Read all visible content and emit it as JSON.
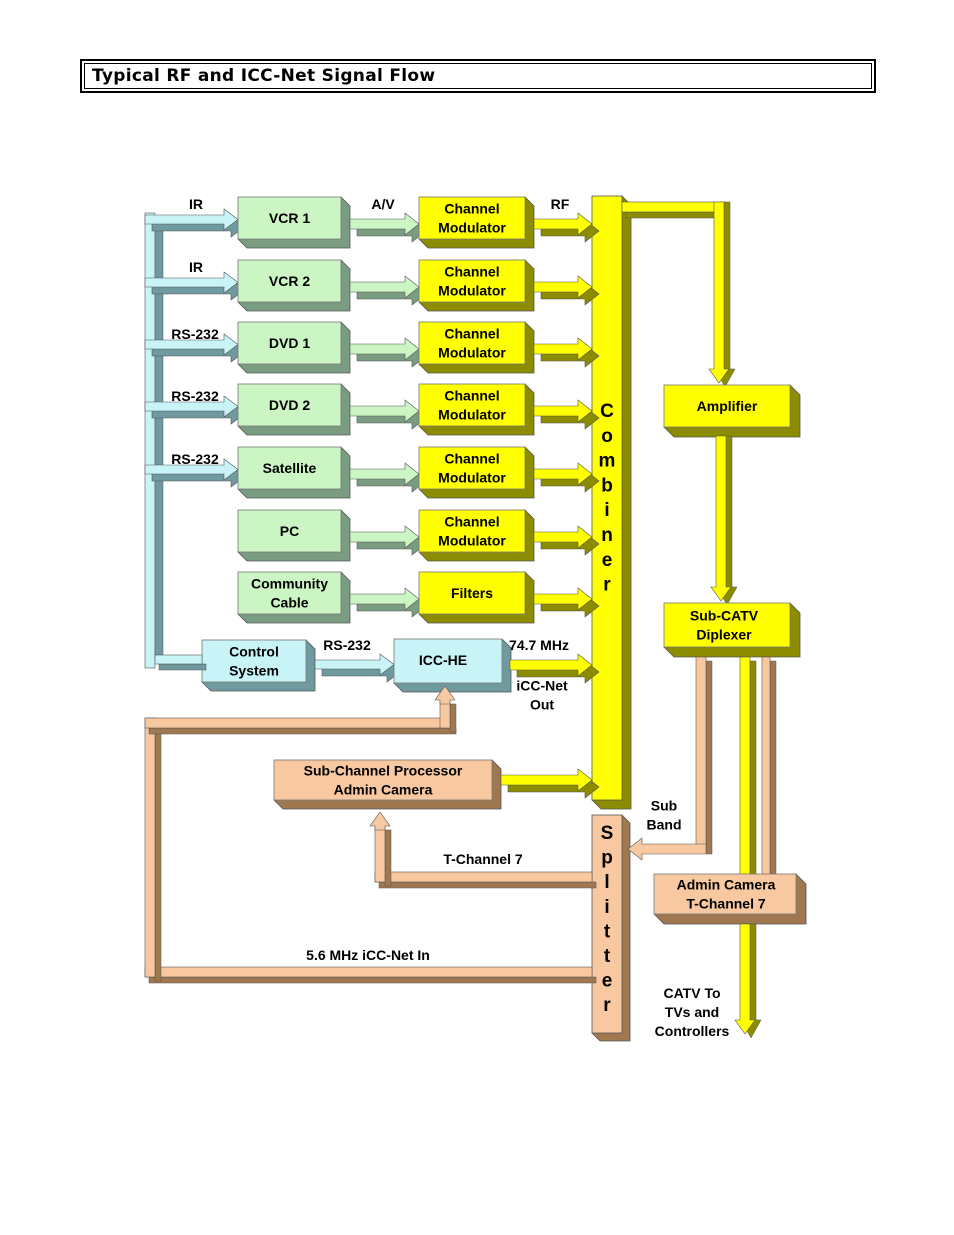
{
  "title": "Typical RF and ICC-Net Signal Flow",
  "colors": {
    "green": "#ccf5c4",
    "green_shadow": "#7a9c80",
    "yellow": "#ffff00",
    "yellow_shadow": "#8c8c00",
    "cyan": "#c8f4f8",
    "cyan_shadow": "#6e9aa0",
    "peach": "#f8c8a0",
    "peach_shadow": "#a07850"
  },
  "sources": [
    {
      "label": "VCR 1",
      "control": "IR",
      "output": "A/V",
      "processor": [
        "Channel",
        "Modulator"
      ],
      "processor_out": "RF"
    },
    {
      "label": "VCR 2",
      "control": "IR",
      "processor": [
        "Channel",
        "Modulator"
      ]
    },
    {
      "label": "DVD 1",
      "control": "RS-232",
      "processor": [
        "Channel",
        "Modulator"
      ]
    },
    {
      "label": "DVD 2",
      "control": "RS-232",
      "processor": [
        "Channel",
        "Modulator"
      ]
    },
    {
      "label": "Satellite",
      "control": "RS-232",
      "processor": [
        "Channel",
        "Modulator"
      ]
    },
    {
      "label": "PC",
      "processor": [
        "Channel",
        "Modulator"
      ]
    },
    {
      "label": [
        "Community",
        "Cable"
      ],
      "processor": [
        "Filters"
      ]
    }
  ],
  "control_system": [
    "Control",
    "System"
  ],
  "control_link": "RS-232",
  "icc_he": "ICC-HE",
  "icc_he_freq": "74.7 MHz",
  "icc_net_out": [
    "iCC-Net",
    "Out"
  ],
  "combiner": "Combiner",
  "splitter": "Splitter",
  "amplifier": "Amplifier",
  "diplexer": [
    "Sub-CATV",
    "Diplexer"
  ],
  "sub_channel_processor": [
    "Sub-Channel Processor",
    "Admin Camera"
  ],
  "admin_camera": [
    "Admin Camera",
    "T-Channel 7"
  ],
  "sub_band": [
    "Sub",
    "Band"
  ],
  "t_channel": "T-Channel 7",
  "icc_net_in": "5.6 MHz  iCC-Net In",
  "catv_out": [
    "CATV To",
    "TVs and",
    "Controllers"
  ]
}
